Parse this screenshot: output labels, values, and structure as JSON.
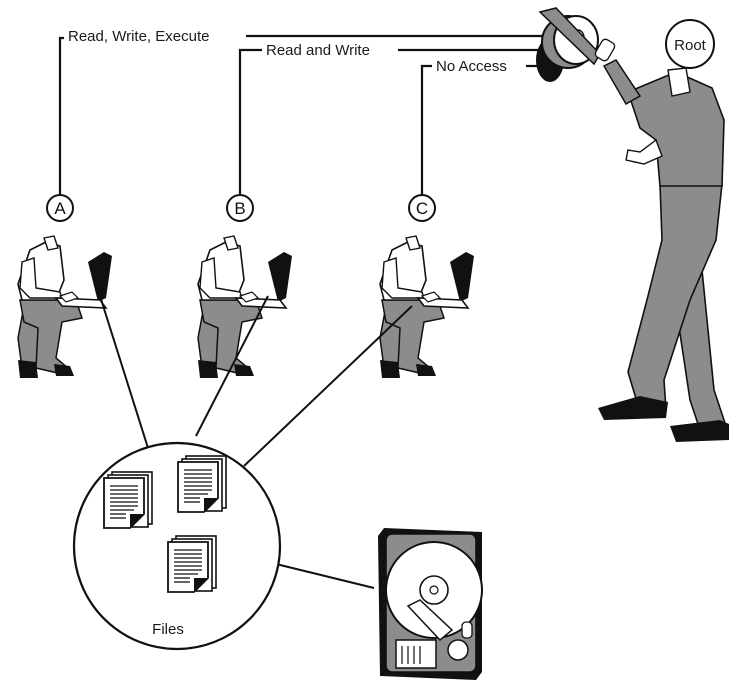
{
  "permissions": {
    "user_a": "Read, Write, Execute",
    "user_b": "Read and Write",
    "user_c": "No Access"
  },
  "users": [
    {
      "id": "A"
    },
    {
      "id": "B"
    },
    {
      "id": "C"
    }
  ],
  "admin": {
    "label": "Root"
  },
  "storage": {
    "files_label": "Files"
  },
  "colors": {
    "figure_gray": "#8c8c8c",
    "line": "#111111",
    "background": "#ffffff"
  }
}
